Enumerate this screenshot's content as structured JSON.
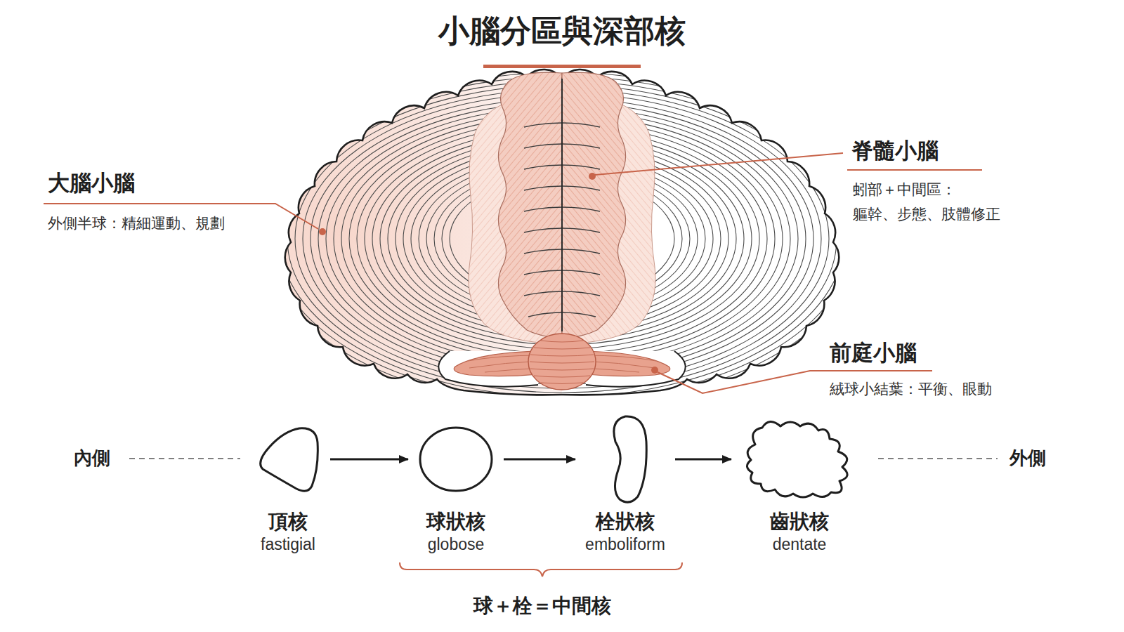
{
  "diagram": {
    "title": "小腦分區與深部核",
    "nodes": [
      {
        "text": [
          "頂核",
          "fastigial"
        ]
      },
      {
        "text": [
          "球狀核",
          "globose"
        ]
      },
      {
        "text": [
          "栓狀核",
          "emboliform"
        ]
      },
      {
        "text": [
          "齒狀核",
          "dentate"
        ]
      }
    ],
    "edges": [
      {
        "from": 0,
        "to": 1,
        "arrow": "to"
      },
      {
        "from": 1,
        "to": 2,
        "arrow": "to"
      },
      {
        "from": 2,
        "to": 3,
        "arrow": "to"
      }
    ],
    "labels": [
      "大腦小腦",
      "外側半球：精細運動、規劃",
      "脊髓小腦",
      "蚓部＋中間區： 軀幹、步態、肢體修正",
      "前庭小腦",
      "絨球小結葉：平衡、眼動",
      "內側",
      "外側",
      "球＋栓＝中間核"
    ]
  }
}
